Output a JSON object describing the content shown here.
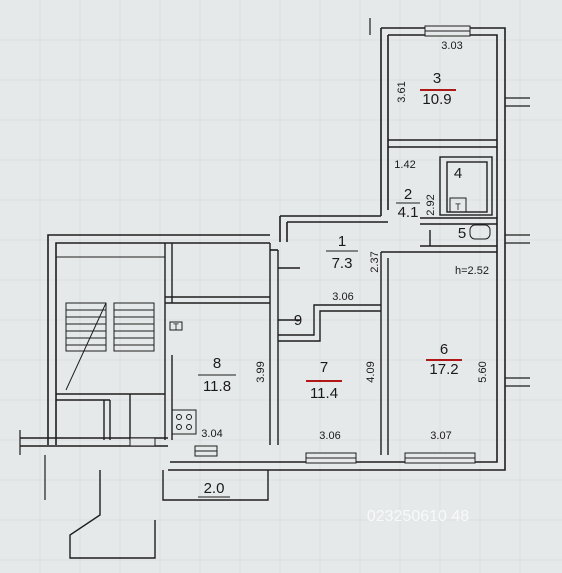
{
  "rooms": [
    {
      "number": "1",
      "area": "7.3"
    },
    {
      "number": "2",
      "area": "4.1"
    },
    {
      "number": "3",
      "area": "10.9"
    },
    {
      "number": "4",
      "area": ""
    },
    {
      "number": "5",
      "area": ""
    },
    {
      "number": "6",
      "area": "17.2"
    },
    {
      "number": "7",
      "area": "11.4"
    },
    {
      "number": "8",
      "area": "11.8"
    },
    {
      "number": "9",
      "area": ""
    }
  ],
  "balcony_area": "2.0",
  "ceiling_height": "h=2.52",
  "dimensions": {
    "d_303": "3.03",
    "d_361": "3.61",
    "d_142": "1.42",
    "d_292": "2.92",
    "d_237": "2.37",
    "d_306_mid": "3.06",
    "d_399": "3.99",
    "d_409": "4.09",
    "d_560": "5.60",
    "d_304": "3.04",
    "d_306_bottom": "3.06",
    "d_307": "3.07"
  },
  "fixture_labels": {
    "wc_mark": "T",
    "kitchen_mark": "T"
  },
  "watermark": "023250610 48",
  "colors": {
    "background": "#e6e9ea",
    "wall": "#1e1e1e",
    "underline": "#b01818"
  }
}
